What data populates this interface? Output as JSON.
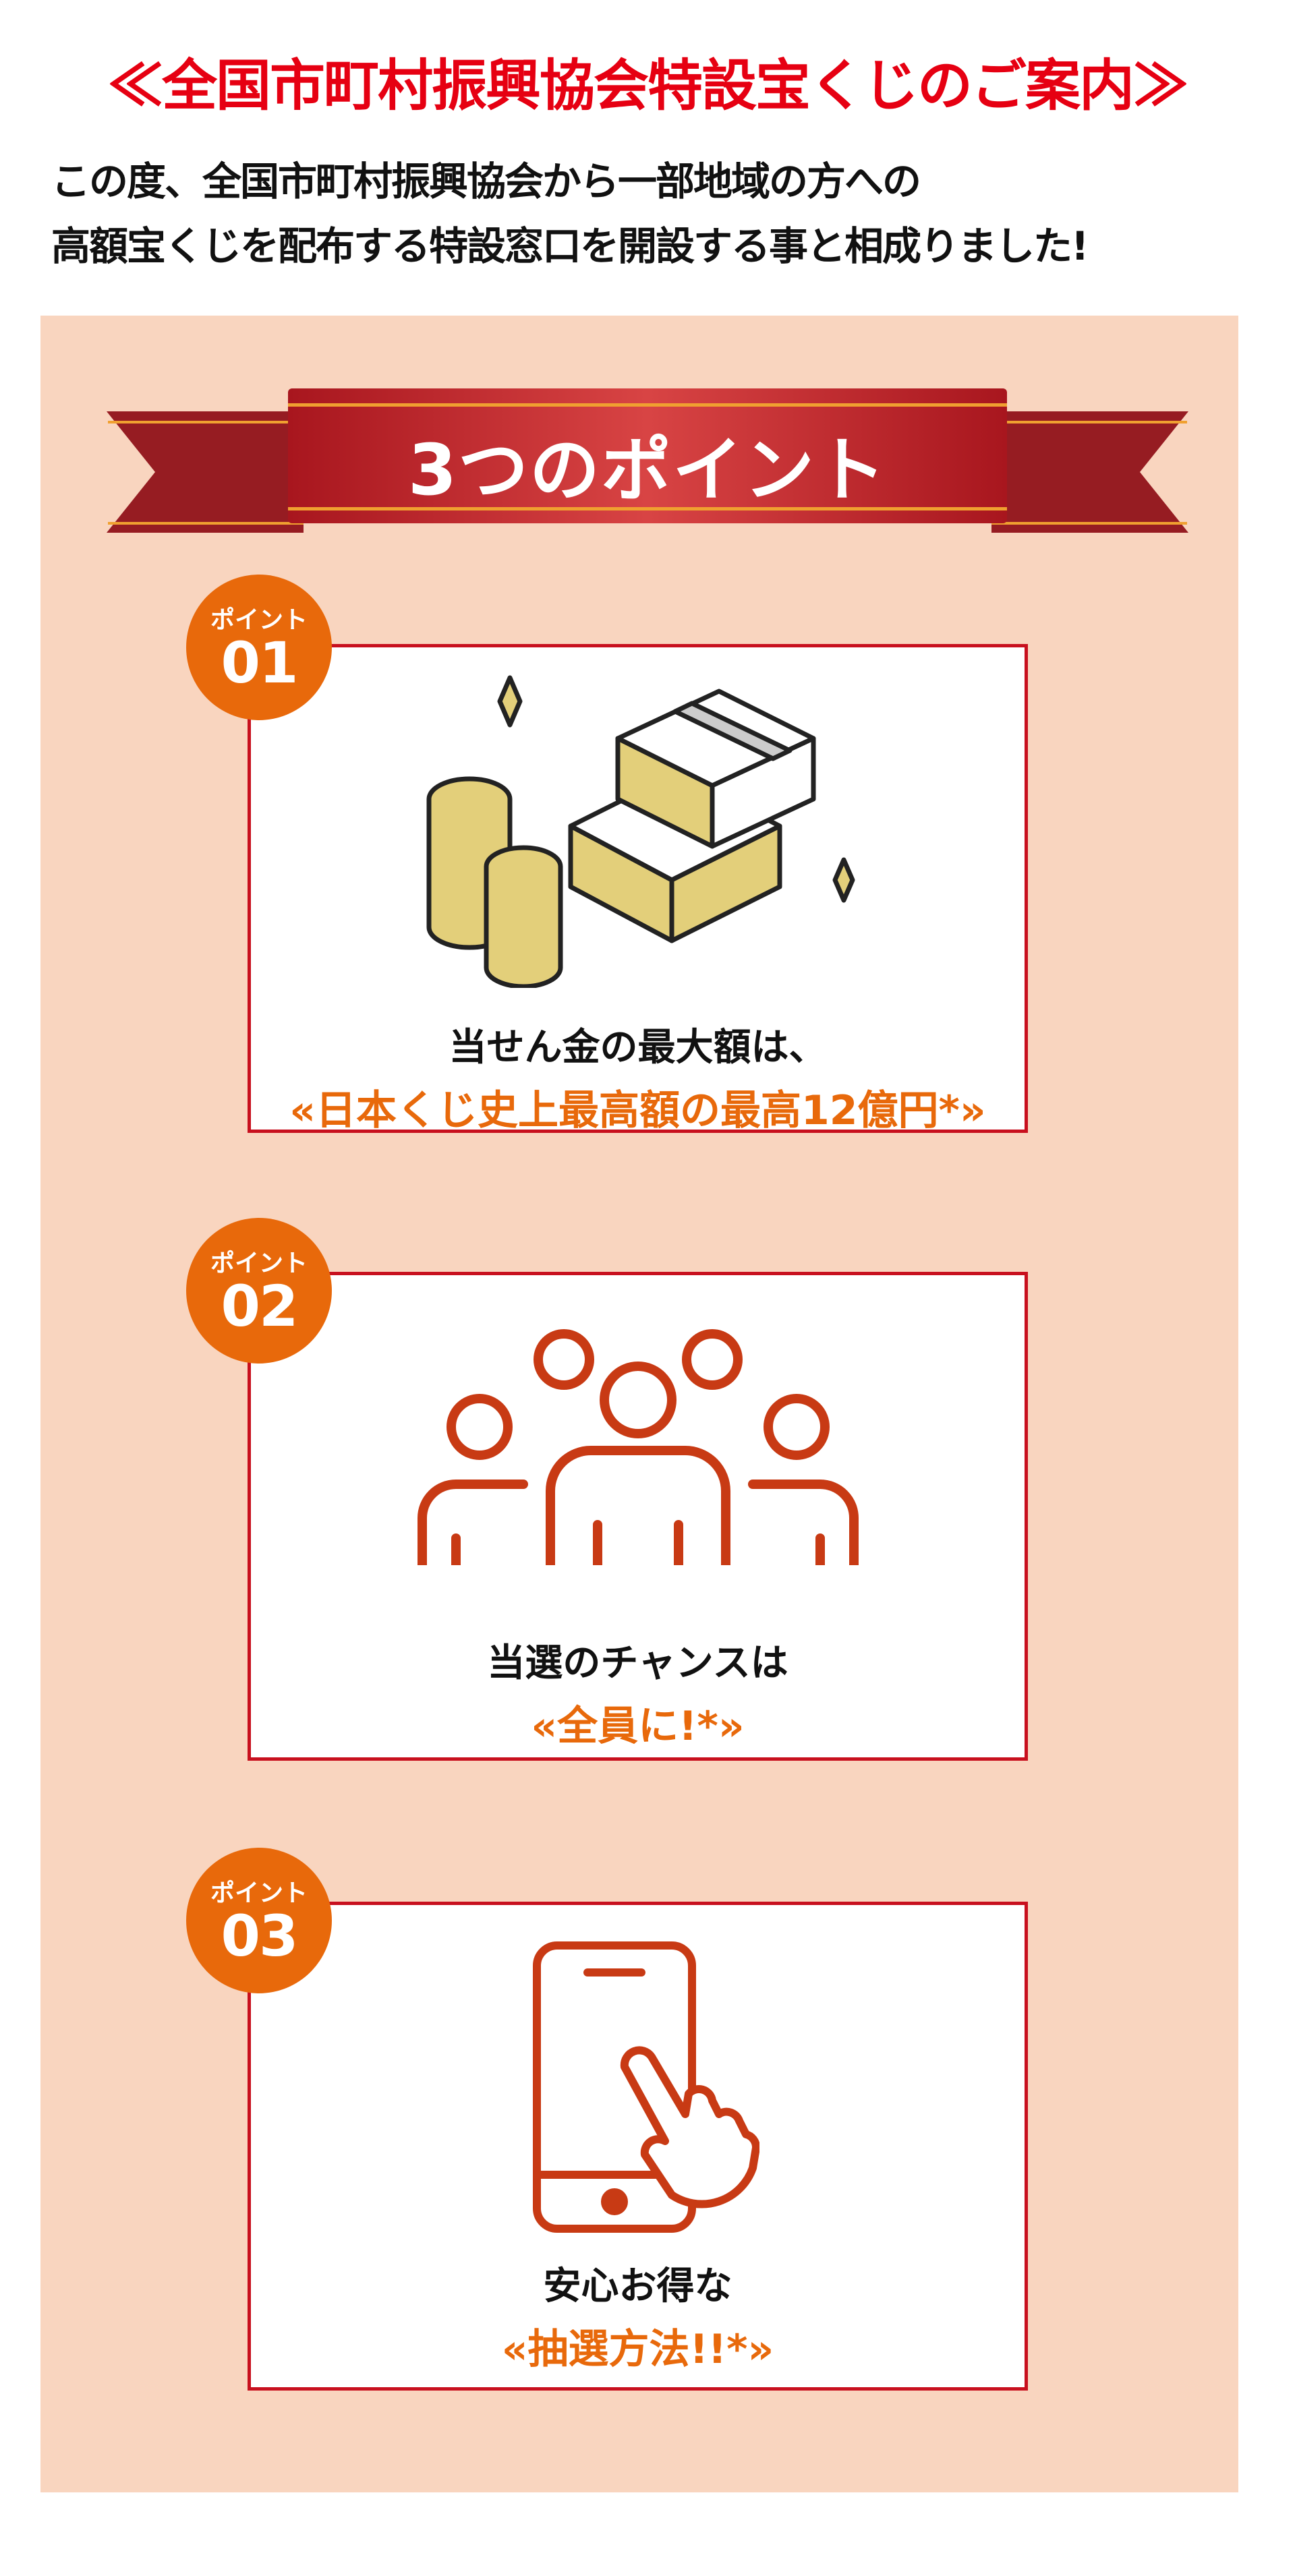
{
  "header": {
    "title": "≪全国市町村振興協会特設宝くじのご案内≫",
    "subtitle_line1": "この度、全国市町村振興協会から一部地域の方への",
    "subtitle_line2": "高額宝くじを配布する特設窓口を開設する事と相成りました!"
  },
  "ribbon": {
    "label": "3つのポイント"
  },
  "points": [
    {
      "badge_label": "ポイント",
      "badge_number": "01",
      "line1": "当せん金の最大額は、",
      "line2": "«日本くじ史上最高額の最高12億円*»",
      "icon": "money-stack-icon"
    },
    {
      "badge_label": "ポイント",
      "badge_number": "02",
      "line1": "当選のチャンスは",
      "line2": "«全員に!*»",
      "icon": "people-group-icon"
    },
    {
      "badge_label": "ポイント",
      "badge_number": "03",
      "line1": "安心お得な",
      "line2": "«抽選方法!!*»",
      "icon": "smartphone-tap-icon"
    }
  ],
  "colors": {
    "title_red": "#e60012",
    "accent_orange": "#e8690b",
    "border_red": "#c8101e",
    "panel_bg": "#f9d5bf",
    "icon_red": "#c83a14"
  }
}
